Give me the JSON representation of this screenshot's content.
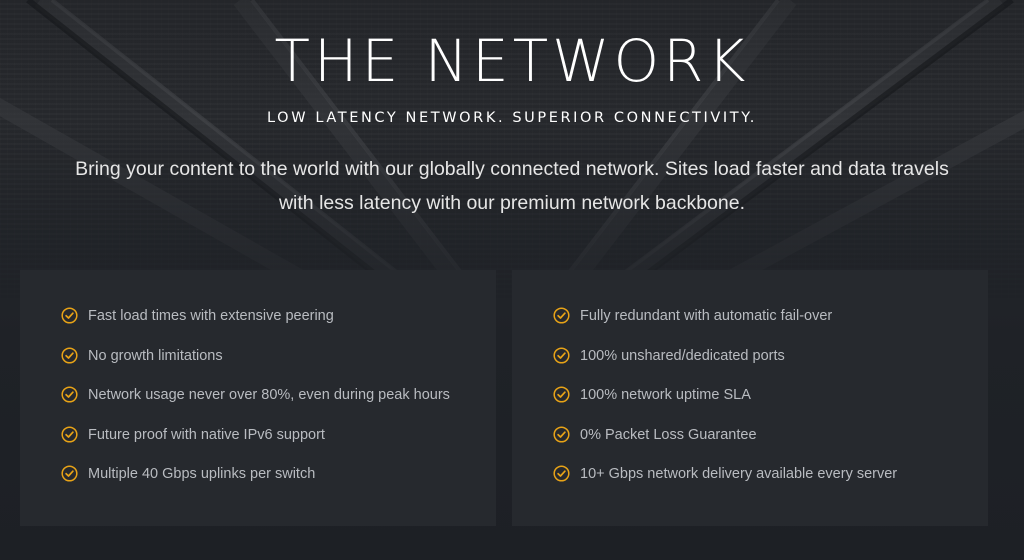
{
  "hero": {
    "title": "THE NETWORK",
    "subtitle": "LOW LATENCY NETWORK. SUPERIOR CONNECTIVITY.",
    "intro_line1": "Bring your content to the world with our globally connected network. Sites load faster and data travels",
    "intro_line2": "with less latency with our premium network backbone."
  },
  "features": {
    "left": [
      "Fast load times with extensive peering",
      "No growth limitations",
      "Network usage never over 80%, even during peak hours",
      "Future proof with native IPv6 support",
      "Multiple 40 Gbps uplinks per switch"
    ],
    "right": [
      "Fully redundant with automatic fail-over",
      "100% unshared/dedicated ports",
      "100% network uptime SLA",
      "0% Packet Loss Guarantee",
      "10+ Gbps network delivery available every server"
    ]
  },
  "icons": {
    "check": "check-circle-icon"
  },
  "colors": {
    "background": "#1f2227",
    "panel": "#26292e",
    "accent": "#e8a317",
    "title": "#ffffff",
    "body_text": "#e6e6e6",
    "feature_text": "#b9bcc1"
  }
}
